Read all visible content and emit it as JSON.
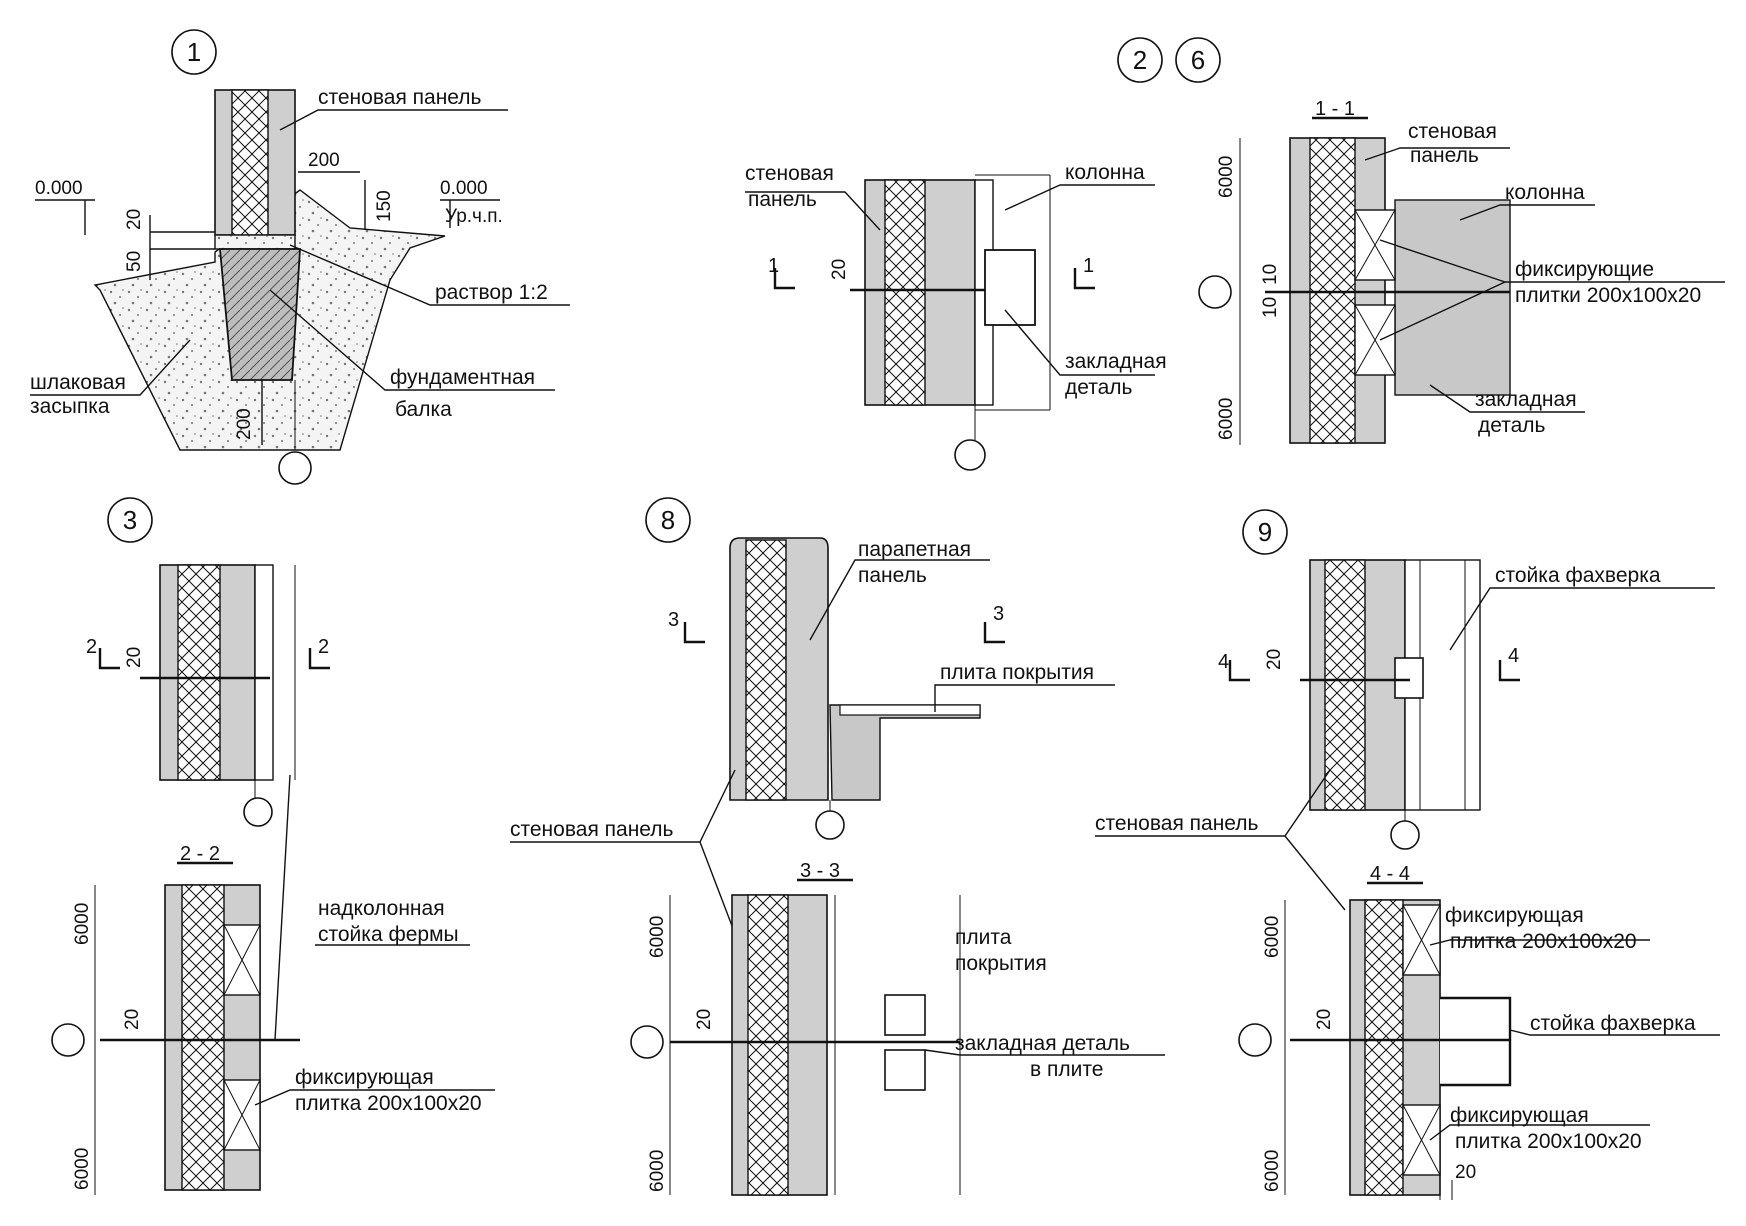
{
  "details": [
    {
      "num": "1",
      "labels": {
        "wall_panel": "стеновая панель",
        "slag_fill_1": "шлаковая",
        "slag_fill_2": "засыпка",
        "found_beam_1": "фундаментная",
        "found_beam_2": "балка",
        "mortar": "раствор 1:2",
        "ground_level": "Ур.ч.п."
      },
      "dims": {
        "elev_left": "0.000",
        "elev_right": "0.000",
        "d200_top": "200",
        "d150": "150",
        "d20": "20",
        "d50": "50",
        "d200_bottom": "200"
      }
    },
    {
      "num": "2",
      "num2": "6",
      "labels": {
        "wall_panel_1": "стеновая",
        "wall_panel_2": "панель",
        "column": "колонна",
        "embedded_1": "закладная",
        "embedded_2": "деталь"
      },
      "dims": {
        "d20": "20"
      },
      "cut": "1"
    },
    {
      "section": "1 - 1",
      "labels": {
        "wall_panel_1": "стеновая",
        "wall_panel_2": "панель",
        "column": "колонна",
        "fixing_1": "фиксирующие",
        "fixing_2": "плитки 200х100х20",
        "embedded_1": "закладная",
        "embedded_2": "деталь"
      },
      "dims": {
        "top": "6000",
        "bottom": "6000",
        "d10a": "10",
        "d10b": "10"
      }
    },
    {
      "num": "3",
      "labels": {
        "truss_post_1": "надколонная",
        "truss_post_2": "стойка фермы",
        "fixing_1": "фиксирующая",
        "fixing_2": "плитка 200х100х20"
      },
      "dims": {
        "d20": "20",
        "d20b": "20",
        "top": "6000",
        "bottom": "6000"
      },
      "cut": "2",
      "section": "2 - 2"
    },
    {
      "num": "8",
      "labels": {
        "parapet_1": "парапетная",
        "parapet_2": "панель",
        "roof_slab": "плита покрытия",
        "wall_panel": "стеновая панель",
        "slab_1": "плита",
        "slab_2": "покрытия",
        "embedded_1": "закладная деталь",
        "embedded_2": "в плите"
      },
      "dims": {
        "d20": "20",
        "top": "6000",
        "bottom": "6000"
      },
      "cut": "3",
      "section": "3 - 3"
    },
    {
      "num": "9",
      "labels": {
        "post": "стойка фахверка",
        "wall_panel": "стеновая панель",
        "fixing_a1": "фиксирующая",
        "fixing_a2": "плитка 200х100х20",
        "post2": "стойка фахверка",
        "fixing_b1": "фиксирующая",
        "fixing_b2": "плитка 200х100х20"
      },
      "dims": {
        "d20": "20",
        "d20b": "20",
        "d20c": "20",
        "top": "6000",
        "bottom": "6000"
      },
      "cut": "4",
      "section": "4 - 4"
    }
  ]
}
